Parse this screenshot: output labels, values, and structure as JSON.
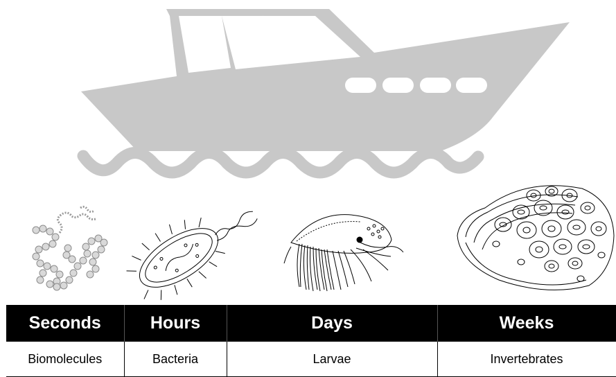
{
  "timeline": {
    "headers": [
      "Seconds",
      "Hours",
      "Days",
      "Weeks"
    ],
    "organisms": [
      "Biomolecules",
      "Bacteria",
      "Larvae",
      "Invertebrates"
    ]
  },
  "illustrations": [
    {
      "icon": "boat-icon",
      "color": "#c8c8c8"
    },
    {
      "icon": "waves-icon",
      "color": "#c8c8c8"
    },
    {
      "icon": "biomolecule-chains-icon",
      "color": "#bdbdbd"
    },
    {
      "icon": "bacterium-icon",
      "color": "#000000"
    },
    {
      "icon": "larva-icon",
      "color": "#000000"
    },
    {
      "icon": "barnacle-covered-shell-icon",
      "color": "#000000"
    }
  ]
}
